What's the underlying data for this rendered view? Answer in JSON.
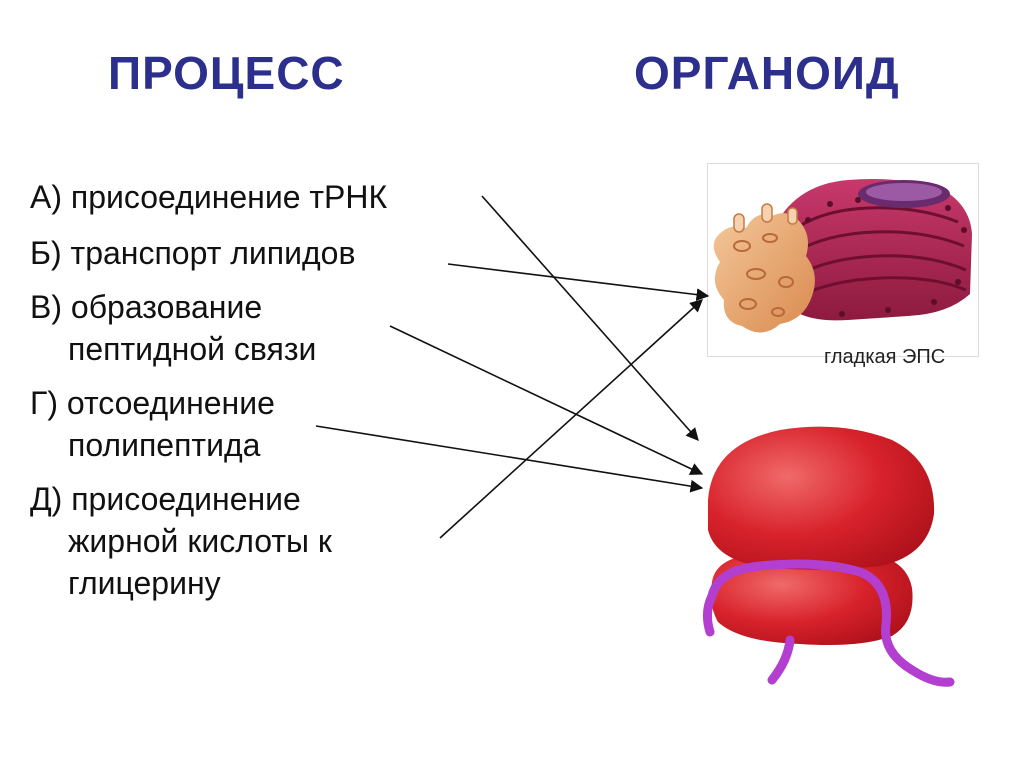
{
  "headings": {
    "process": "ПРОЦЕСС",
    "organoid": "ОРГАНОИД"
  },
  "processes": [
    {
      "line1": "А) присоединение тРНК"
    },
    {
      "line1": "Б) транспорт липидов"
    },
    {
      "line1": "В) образование",
      "line2": "пептидной связи"
    },
    {
      "line1": "Г) отсоединение",
      "line2": "полипептида"
    },
    {
      "line1": "Д) присоединение",
      "line2": "жирной кислоты к",
      "line3": "глицерину"
    }
  ],
  "organelles": {
    "er_caption": "гладкая ЭПС"
  },
  "colors": {
    "heading": "#2c2f8c",
    "ribosome": "#d3202a",
    "mrna_ribbon": "#b23fcf",
    "rough_er": "#a8224f",
    "smooth_er": "#e8a46c"
  },
  "icons": [
    "endoplasmic-reticulum-image",
    "ribosome-image"
  ]
}
